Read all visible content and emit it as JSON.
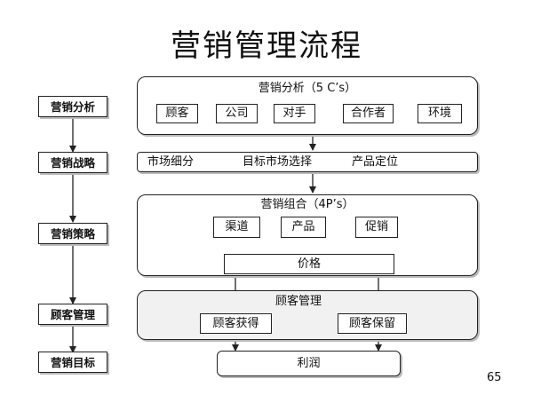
{
  "title": "营销管理流程",
  "sidebar": [
    "营销分析",
    "营销战略",
    "营销策略",
    "顾客管理",
    "营销目标"
  ],
  "analysis": {
    "title": "营销分析（5 C’s）",
    "items": [
      "顾客",
      "公司",
      "对手",
      "合作者",
      "环境"
    ]
  },
  "strategy": {
    "items": [
      "市场细分",
      "目标市场选择",
      "产品定位"
    ]
  },
  "mix": {
    "title": "营销组合（4P’s）",
    "channel": "渠道",
    "product": "产品",
    "promotion": "促销",
    "price": "价格"
  },
  "customer": {
    "title": "顾客管理",
    "acquire": "顾客获得",
    "retain": "顾客保留"
  },
  "goal": {
    "profit": "利润"
  },
  "page_number": "65"
}
